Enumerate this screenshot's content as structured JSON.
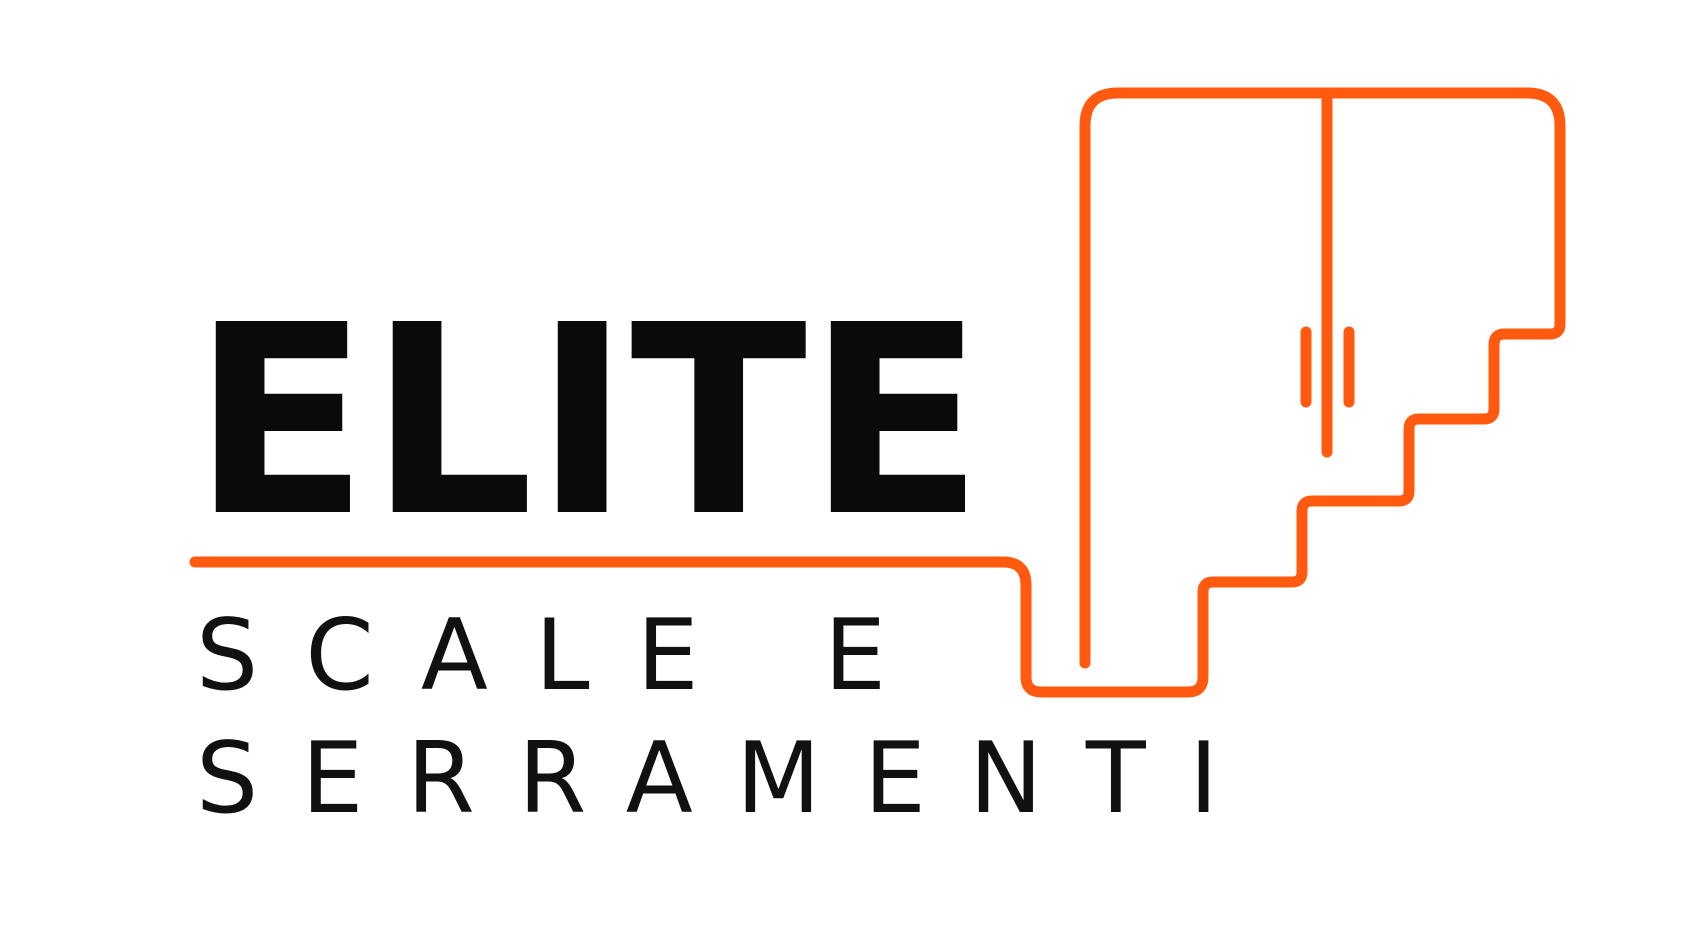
{
  "logo": {
    "brand_name": "ELITE",
    "tagline_line1": "SCALE E",
    "tagline_line2": "SERRAMENTI",
    "colors": {
      "accent": "#ff5a0f",
      "text": "#0a0a0a",
      "background": "#ffffff"
    },
    "icon": "staircase-door-icon"
  }
}
